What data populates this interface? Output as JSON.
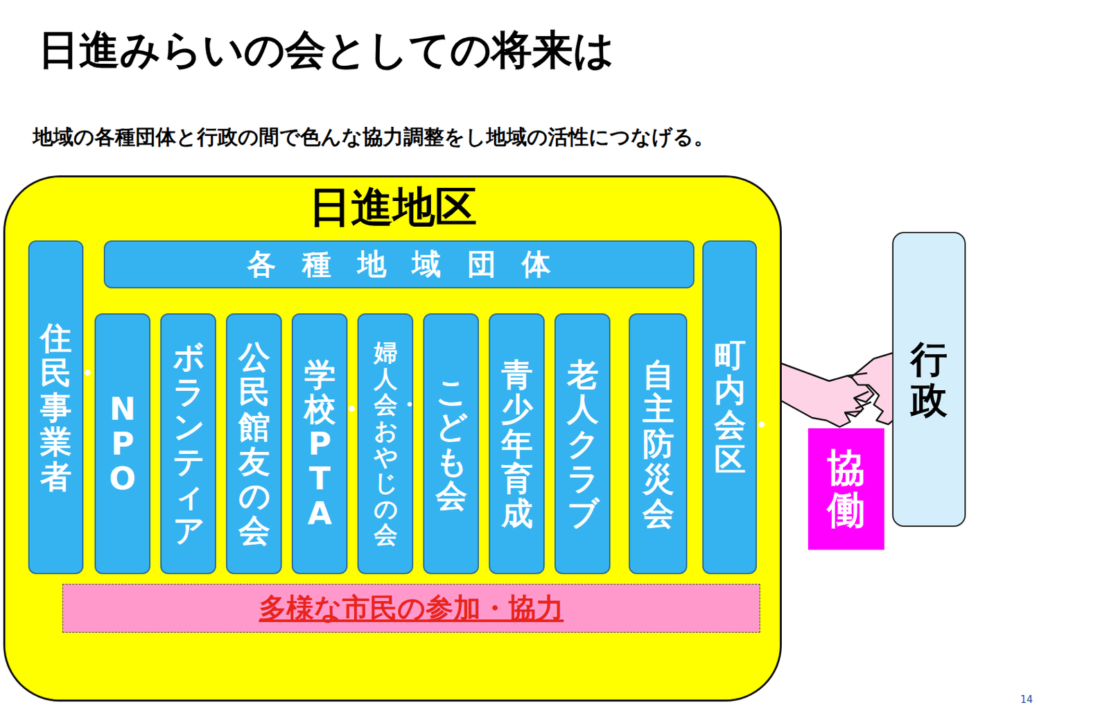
{
  "diagram": {
    "title": "日進みらいの会としての将来は",
    "nodes": [
      {
        "text": [
          "日進地区"
        ]
      },
      {
        "text": [
          "住民・事業者"
        ],
        "in": 0
      },
      {
        "text": [
          "各種地域団体"
        ],
        "in": 0
      },
      {
        "text": [
          "NPO"
        ],
        "in": 0
      },
      {
        "text": [
          "ボランティア"
        ],
        "in": 0
      },
      {
        "text": [
          "公民館友の会"
        ],
        "in": 0
      },
      {
        "text": [
          "学校・PTA"
        ],
        "in": 0
      },
      {
        "text": [
          "婦人会・おやじの会"
        ],
        "in": 0
      },
      {
        "text": [
          "こども会"
        ],
        "in": 0
      },
      {
        "text": [
          "青少年育成"
        ],
        "in": 0
      },
      {
        "text": [
          "老人クラブ"
        ],
        "in": 0
      },
      {
        "text": [
          "自主防災会"
        ],
        "in": 0
      },
      {
        "text": [
          "町内会・区"
        ],
        "in": 0
      },
      {
        "text": [
          "多様な市民の参加・協力"
        ],
        "in": 0
      },
      {
        "text": [
          "行政"
        ]
      },
      {
        "text": [
          "協働"
        ]
      }
    ],
    "labels": [
      "地域の各種団体と行政の間で色んな協力調整をし地域の活性につなげる。",
      "14"
    ]
  }
}
